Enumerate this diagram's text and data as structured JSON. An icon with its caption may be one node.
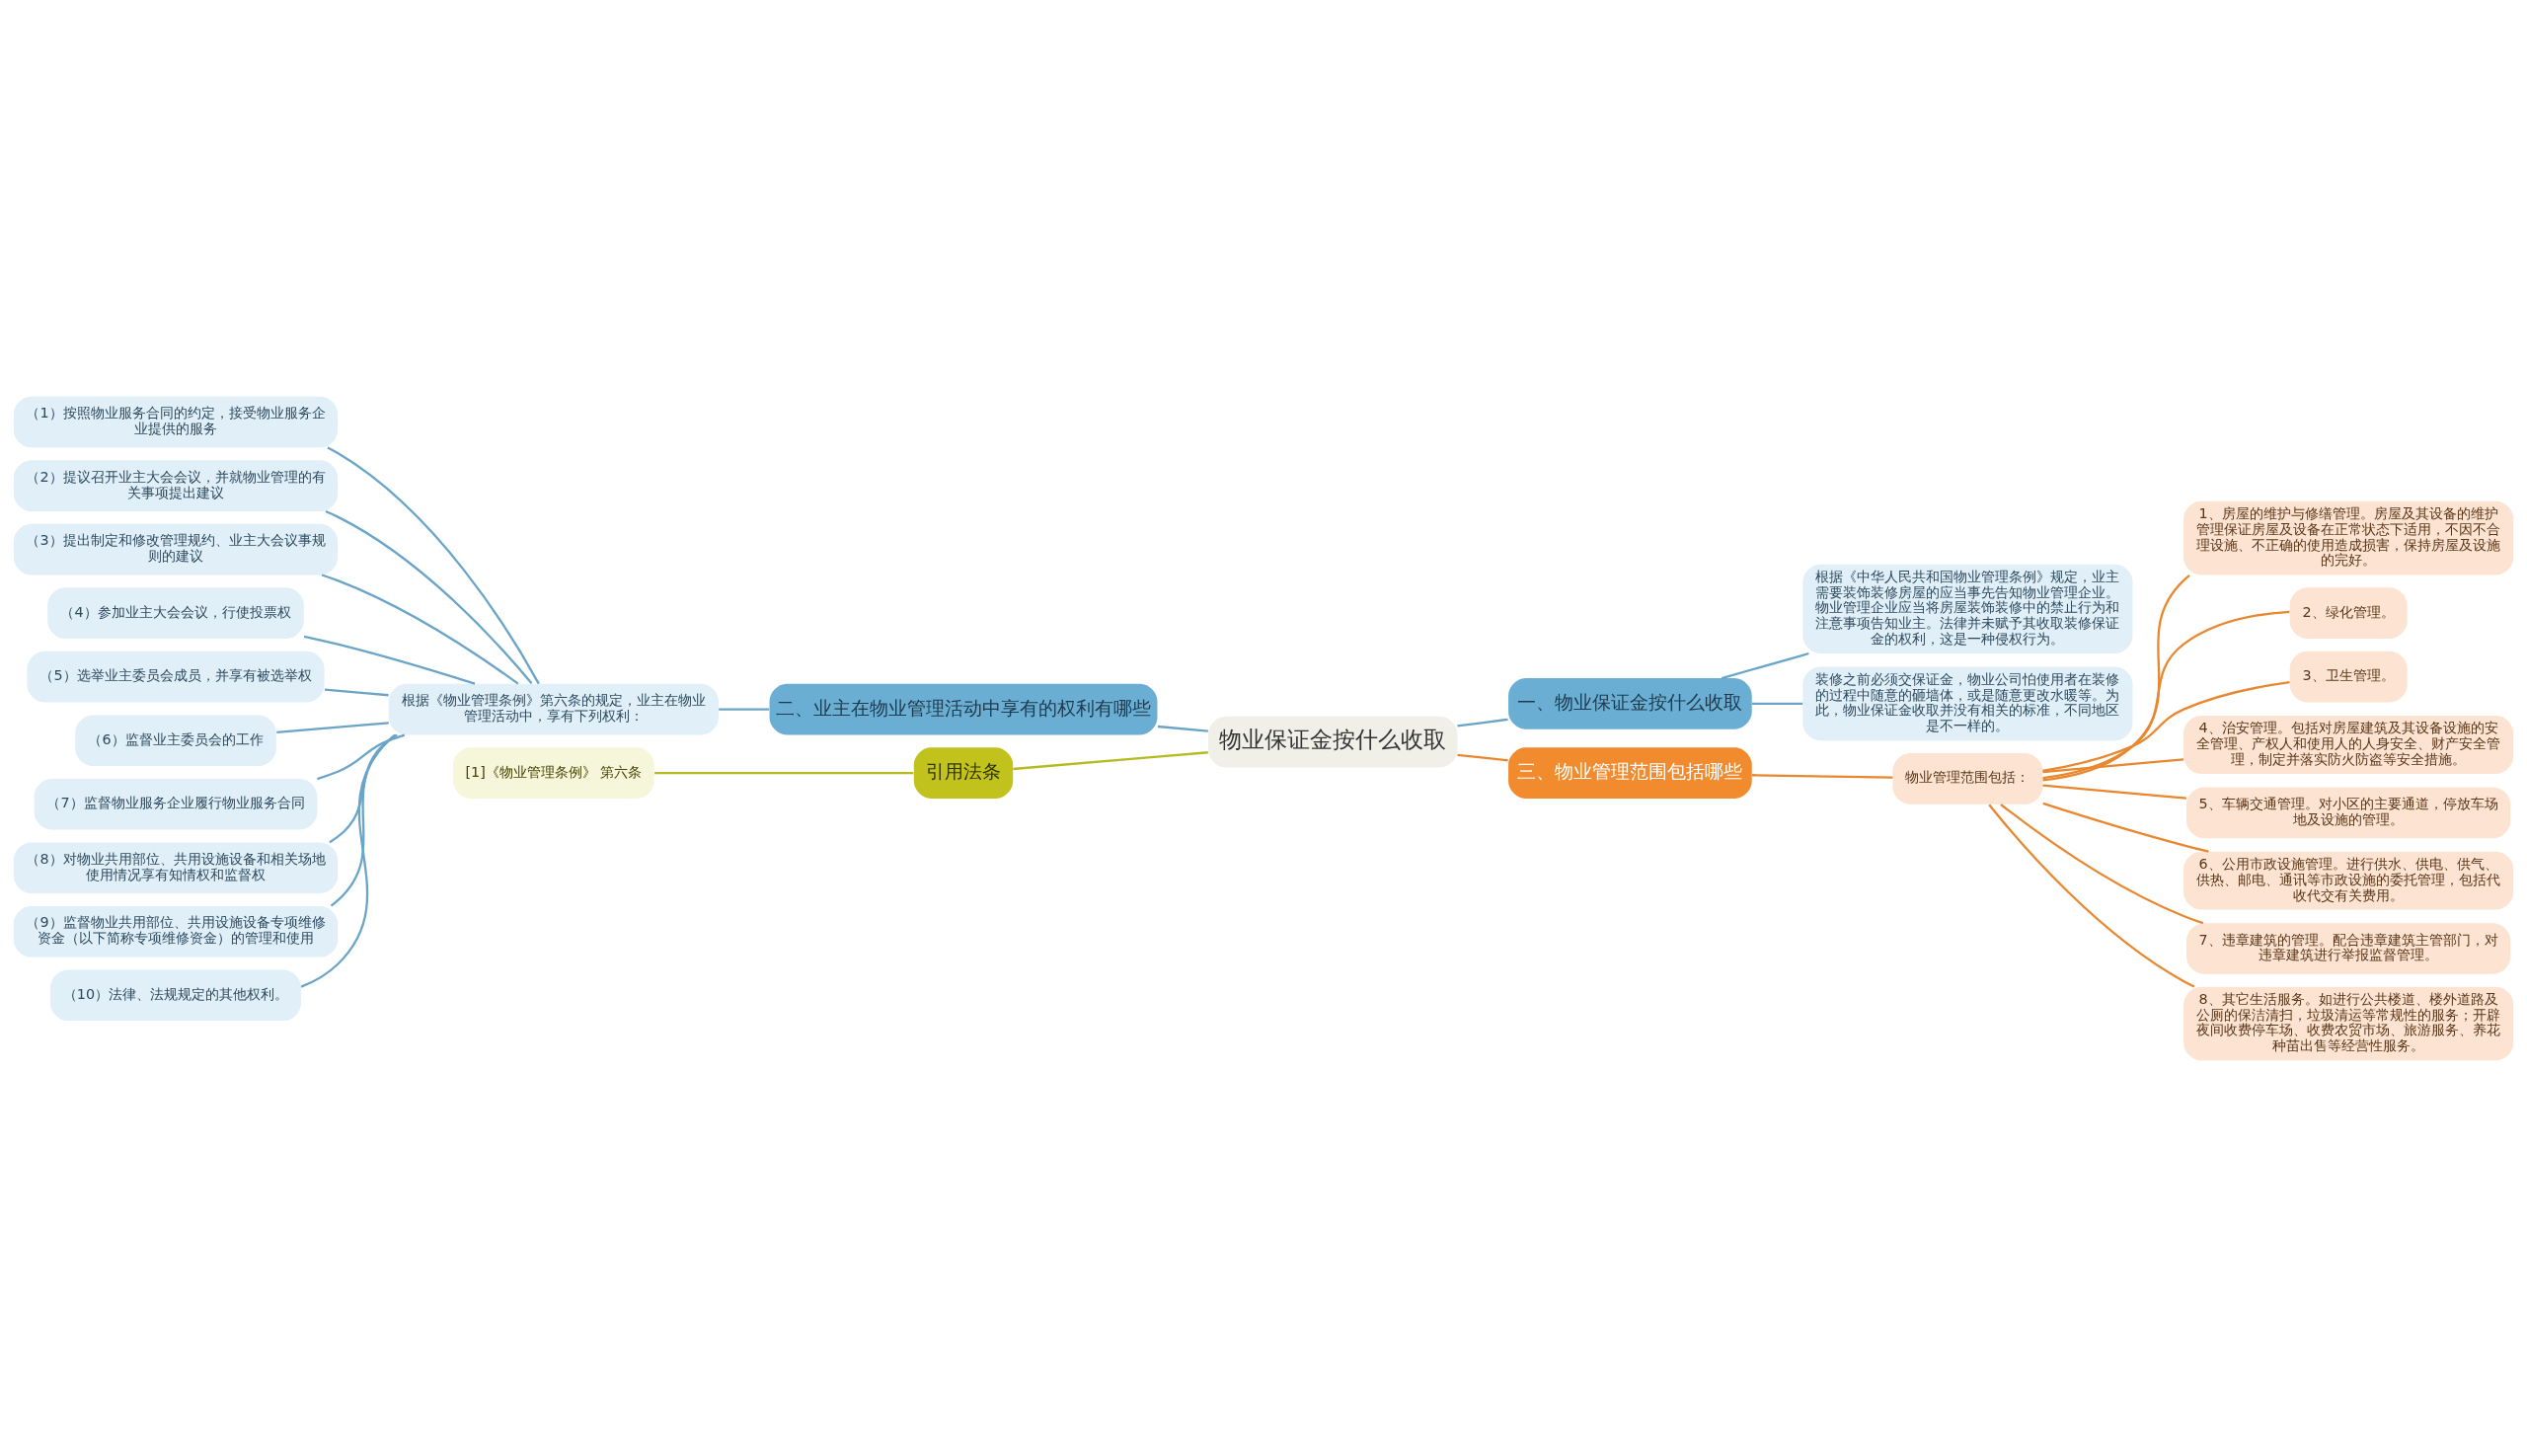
{
  "diagram": {
    "nodes": [
      {
        "text": [
          "物业保证金按什么收取"
        ]
      },
      {
        "text": [
          "一、物业保证金按什么收取"
        ]
      },
      {
        "text": [
          "根据《中华人民共和国物业管理条例》规定，业主需要装饰装修房屋的应当事先告知物业管理企业。物业管理企业应当将房屋装饰装修中的禁止行为和注意事项告知业主。法律并未赋予其收取装修保证金的权利，这是一种侵权行为。"
        ]
      },
      {
        "text": [
          "装修之前必须交保证金，物业公司怕使用者在装修的过程中随意的砸墙体，或是随意更改水暖等。为此，物业保证金收取并没有相关的标准，不同地区是不一样的。"
        ]
      },
      {
        "text": [
          "三、物业管理范围包括哪些"
        ]
      },
      {
        "text": [
          "物业管理范围包括："
        ]
      },
      {
        "text": [
          "1、房屋的维护与修缮管理。房屋及其设备的维护管理保证房屋及设备在正常状态下适用，不因不合理设施、不正确的使用造成损害，保持房屋及设施的完好。"
        ]
      },
      {
        "text": [
          "2、绿化管理。"
        ]
      },
      {
        "text": [
          "3、卫生管理。"
        ]
      },
      {
        "text": [
          "4、治安管理。包括对房屋建筑及其设备设施的安全管理、产权人和使用人的人身安全、财产安全管理，制定并落实防火防盗等安全措施。"
        ]
      },
      {
        "text": [
          "5、车辆交通管理。对小区的主要通道，停放车场地及设施的管理。"
        ]
      },
      {
        "text": [
          "6、公用市政设施管理。进行供水、供电、供气、供热、邮电、通讯等市政设施的委托管理，包括代收代交有关费用。"
        ]
      },
      {
        "text": [
          "7、违章建筑的管理。配合违章建筑主管部门，对违章建筑进行举报监督管理。"
        ]
      },
      {
        "text": [
          "8、其它生活服务。如进行公共楼道、楼外道路及公厕的保洁清扫，垃圾清运等常规性的服务；开辟夜间收费停车场、收费农贸市场、旅游服务、养花种苗出售等经营性服务。"
        ]
      },
      {
        "text": [
          "二、业主在物业管理活动中享有的权利有哪些"
        ]
      },
      {
        "text": [
          "根据《物业管理条例》第六条的规定，业主在物业管理活动中，享有下列权利："
        ]
      },
      {
        "text": [
          "（1）按照物业服务合同的约定，接受物业服务企业提供的服务"
        ]
      },
      {
        "text": [
          "（2）提议召开业主大会会议，并就物业管理的有关事项提出建议"
        ]
      },
      {
        "text": [
          "（3）提出制定和修改管理规约、业主大会议事规则的建议"
        ]
      },
      {
        "text": [
          "（4）参加业主大会会议，行使投票权"
        ]
      },
      {
        "text": [
          "（5）选举业主委员会成员，并享有被选举权"
        ]
      },
      {
        "text": [
          "（6）监督业主委员会的工作"
        ]
      },
      {
        "text": [
          "（7）监督物业服务企业履行物业服务合同"
        ]
      },
      {
        "text": [
          "（8）对物业共用部位、共用设施设备和相关场地使用情况享有知情权和监督权"
        ]
      },
      {
        "text": [
          "（9）监督物业共用部位、共用设施设备专项维修资金（以下简称专项维修资金）的管理和使用"
        ]
      },
      {
        "text": [
          "（10）法律、法规规定的其他权利。"
        ]
      },
      {
        "text": [
          "引用法条"
        ]
      },
      {
        "text": [
          "[1]《物业管理条例》 第六条"
        ]
      }
    ],
    "edges": [
      {
        "from": 0,
        "to": 1,
        "arrow": "none"
      },
      {
        "from": 1,
        "to": 2,
        "arrow": "none"
      },
      {
        "from": 1,
        "to": 3,
        "arrow": "none"
      },
      {
        "from": 0,
        "to": 4,
        "arrow": "none",
        "color": "#e8872e"
      },
      {
        "from": 4,
        "to": 5,
        "arrow": "none",
        "color": "#e8872e"
      },
      {
        "from": 5,
        "to": 6,
        "arrow": "none",
        "color": "#e8872e"
      },
      {
        "from": 5,
        "to": 7,
        "arrow": "none",
        "color": "#e8872e"
      },
      {
        "from": 5,
        "to": 8,
        "arrow": "none",
        "color": "#e8872e"
      },
      {
        "from": 5,
        "to": 9,
        "arrow": "none",
        "color": "#e8872e"
      },
      {
        "from": 5,
        "to": 10,
        "arrow": "none",
        "color": "#e8872e"
      },
      {
        "from": 5,
        "to": 11,
        "arrow": "none",
        "color": "#e8872e"
      },
      {
        "from": 5,
        "to": 12,
        "arrow": "none",
        "color": "#e8872e"
      },
      {
        "from": 5,
        "to": 13,
        "arrow": "none",
        "color": "#e8872e"
      },
      {
        "from": 0,
        "to": 14,
        "arrow": "none"
      },
      {
        "from": 14,
        "to": 15,
        "arrow": "none"
      },
      {
        "from": 15,
        "to": 16,
        "arrow": "none"
      },
      {
        "from": 15,
        "to": 17,
        "arrow": "none"
      },
      {
        "from": 15,
        "to": 18,
        "arrow": "none"
      },
      {
        "from": 15,
        "to": 19,
        "arrow": "none"
      },
      {
        "from": 15,
        "to": 20,
        "arrow": "none"
      },
      {
        "from": 15,
        "to": 21,
        "arrow": "none"
      },
      {
        "from": 15,
        "to": 22,
        "arrow": "none"
      },
      {
        "from": 15,
        "to": 23,
        "arrow": "none"
      },
      {
        "from": 15,
        "to": 24,
        "arrow": "none"
      },
      {
        "from": 15,
        "to": 25,
        "arrow": "none"
      },
      {
        "from": 0,
        "to": 26,
        "arrow": "none",
        "color": "#b5bb1e"
      },
      {
        "from": 26,
        "to": 27,
        "arrow": "none",
        "color": "#b5bb1e"
      }
    ]
  }
}
